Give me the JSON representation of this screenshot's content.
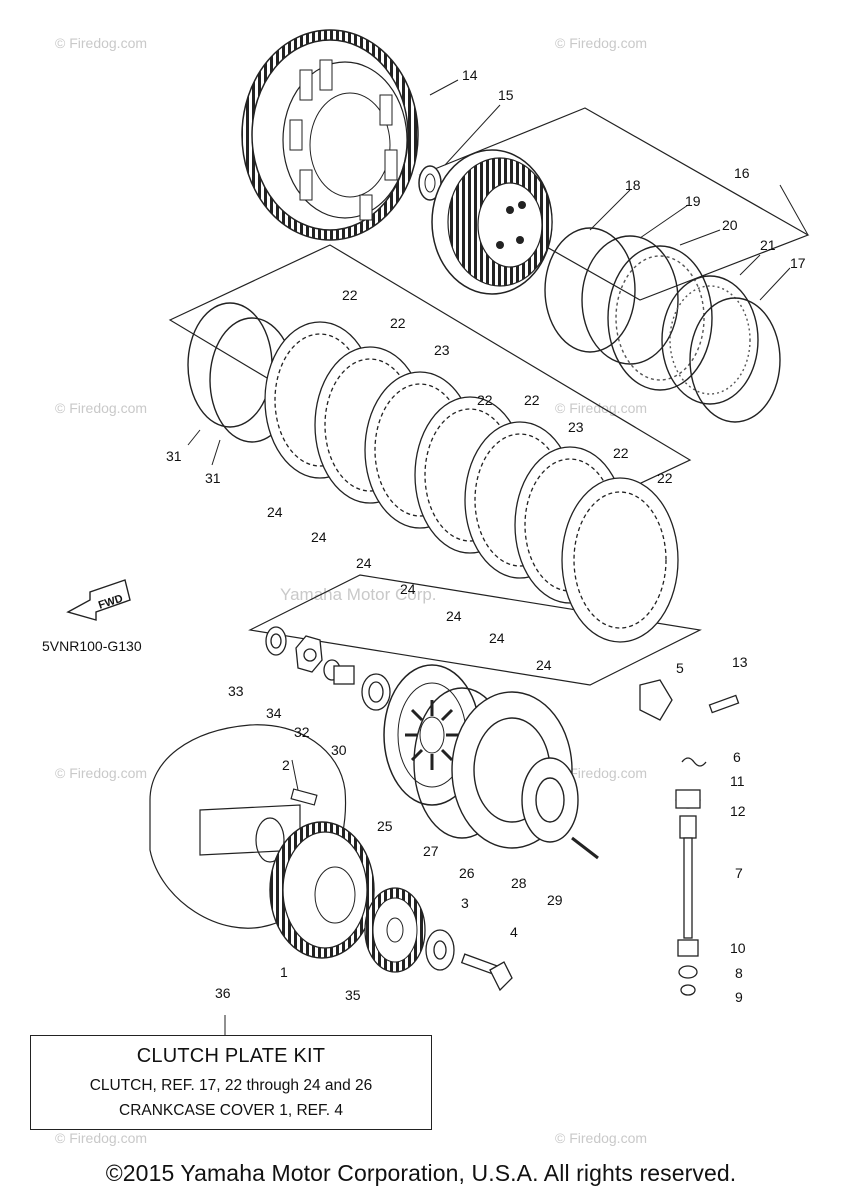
{
  "diagram_code": "5VNR100-G130",
  "fwd_label": "FWD",
  "watermark": "© Firedog.com",
  "center_watermark": "Yamaha Motor Corp.",
  "callouts": [
    "1",
    "2",
    "3",
    "4",
    "5",
    "6",
    "7",
    "8",
    "9",
    "10",
    "11",
    "12",
    "13",
    "14",
    "15",
    "16",
    "17",
    "18",
    "19",
    "20",
    "21",
    "22",
    "23",
    "24",
    "25",
    "26",
    "27",
    "28",
    "29",
    "30",
    "31",
    "32",
    "33",
    "34",
    "35",
    "36"
  ],
  "kit": {
    "title": "CLUTCH PLATE KIT",
    "line1": "CLUTCH, REF. 17, 22 through 24 and 26",
    "line2": "CRANKCASE COVER 1, REF. 4"
  },
  "copyright": "©2015 Yamaha Motor Corporation, U.S.A. All rights reserved."
}
